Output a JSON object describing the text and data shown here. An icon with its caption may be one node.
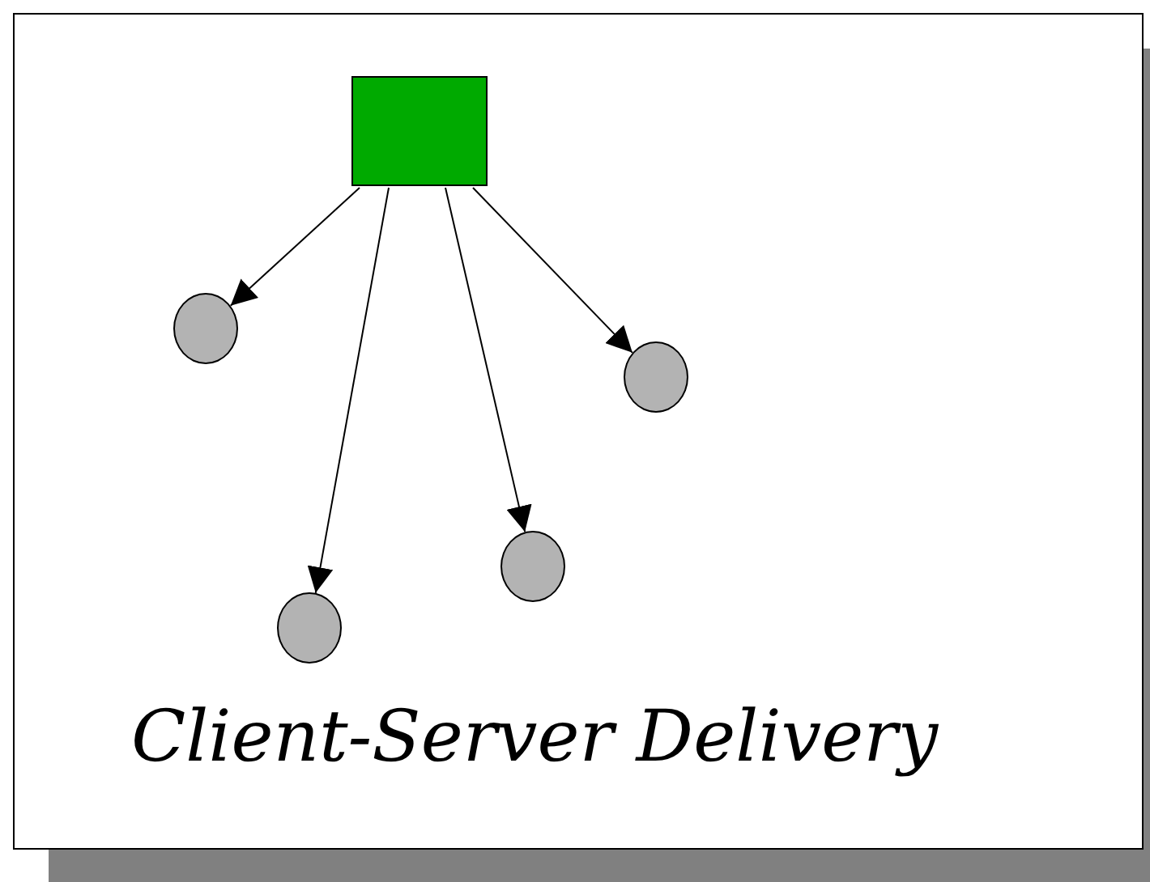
{
  "diagram": {
    "title": "Client-Server Delivery",
    "nodes": [
      {
        "text": [],
        "shape": "box"
      },
      {
        "text": [],
        "shape": "circle"
      },
      {
        "text": [],
        "shape": "circle"
      },
      {
        "text": [],
        "shape": "circle"
      },
      {
        "text": [],
        "shape": "circle"
      }
    ],
    "edges": [
      {
        "from": 0,
        "to": 1,
        "arrow": "to"
      },
      {
        "from": 0,
        "to": 4,
        "arrow": "to"
      },
      {
        "from": 0,
        "to": 3,
        "arrow": "to"
      },
      {
        "from": 0,
        "to": 2,
        "arrow": "to"
      }
    ]
  }
}
